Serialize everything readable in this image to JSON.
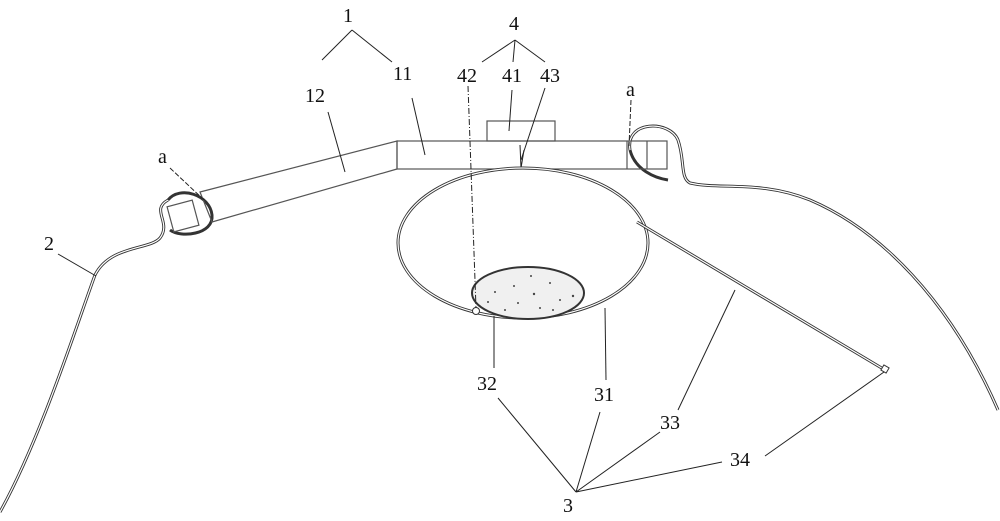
{
  "labels": {
    "device": "1",
    "main_section": "11",
    "side_section": "12",
    "component_group": "4",
    "component_41": "41",
    "component_42": "42",
    "component_43": "43",
    "joint_left": "a",
    "joint_right": "a",
    "body_outline": "2",
    "assembly": "3",
    "bowl": "31",
    "insert": "32",
    "strap": "33",
    "strap_end": "34"
  }
}
